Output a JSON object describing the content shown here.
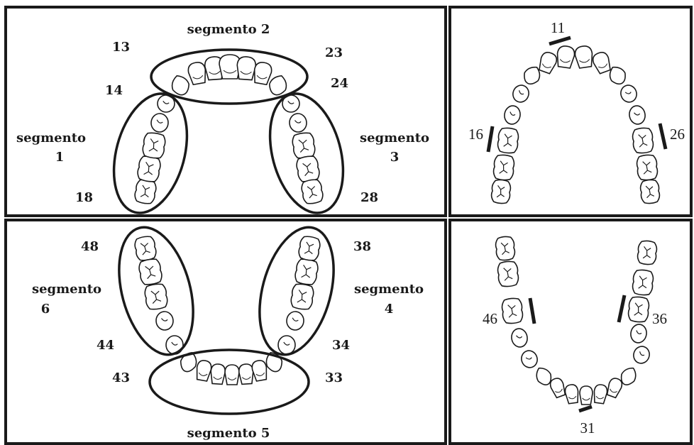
{
  "segments": {
    "s1": {
      "line1": "segmento",
      "line2": "1"
    },
    "s2": {
      "line1": "segmento 2"
    },
    "s3": {
      "line1": "segmento",
      "line2": "3"
    },
    "s4": {
      "line1": "segmento",
      "line2": "4"
    },
    "s5": {
      "line1": "segmento 5"
    },
    "s6": {
      "line1": "segmento",
      "line2": "6"
    }
  },
  "tooth_numbers": {
    "t13": "13",
    "t14": "14",
    "t18": "18",
    "t23": "23",
    "t24": "24",
    "t28": "28",
    "t48": "48",
    "t44": "44",
    "t43": "43",
    "t38": "38",
    "t34": "34",
    "t33": "33"
  },
  "index_teeth": {
    "upper": {
      "t11": "11",
      "t16": "16",
      "t26": "26"
    },
    "lower": {
      "t46": "46",
      "t36": "36",
      "t31": "31"
    }
  },
  "colors": {
    "ink": "#1a1a1a",
    "background": "#ffffff"
  }
}
